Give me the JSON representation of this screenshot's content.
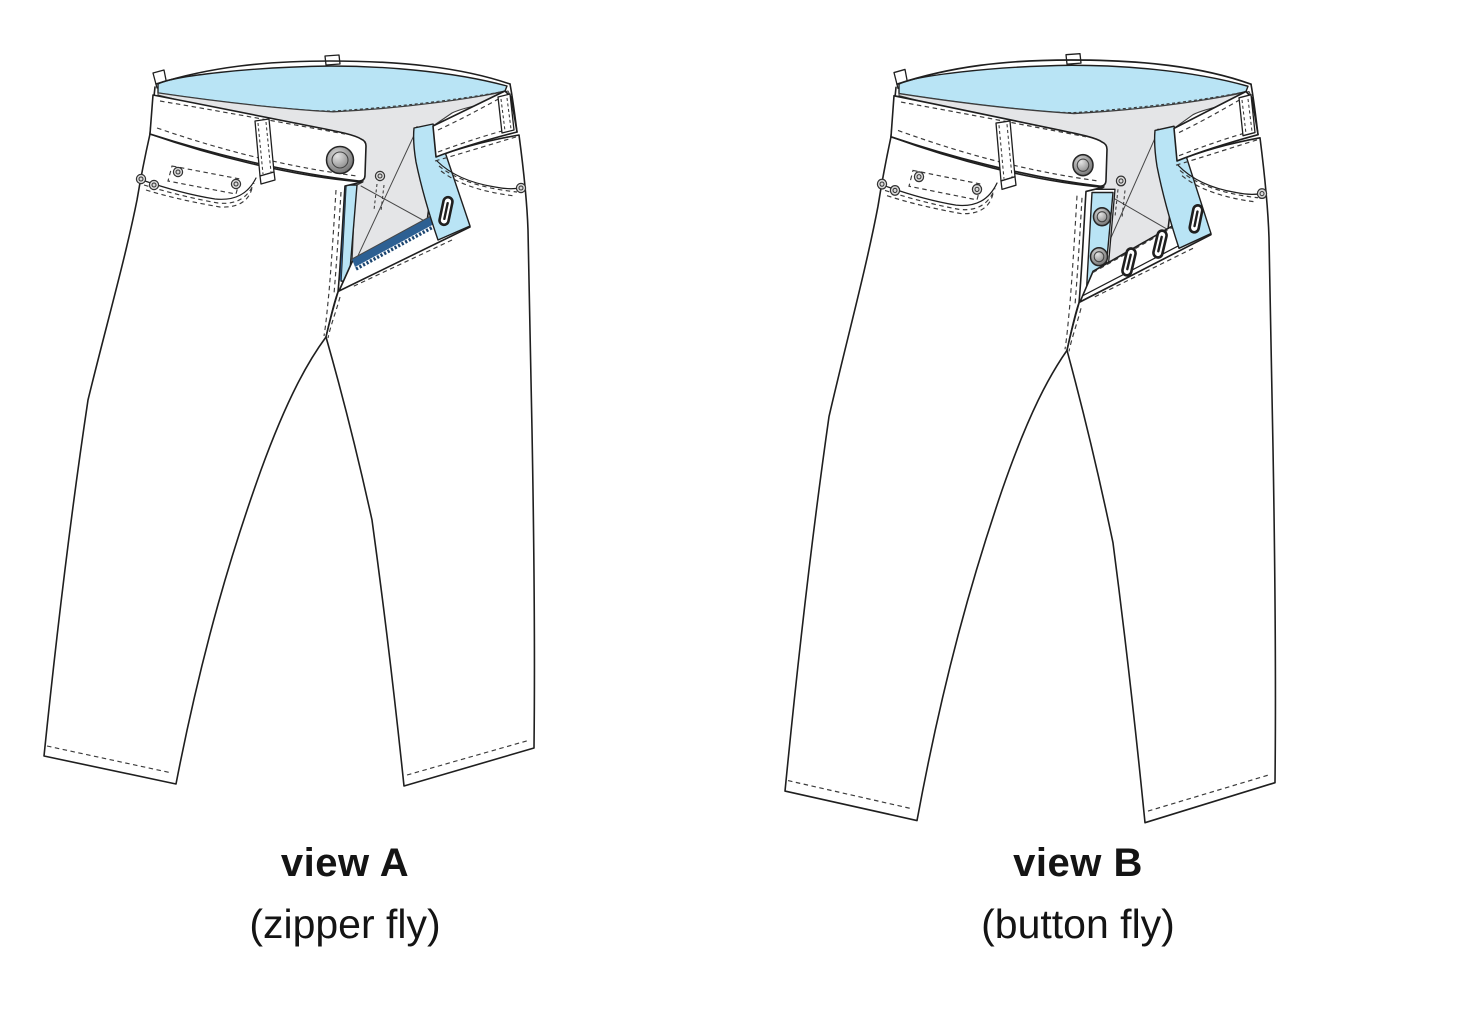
{
  "page": {
    "background": "#ffffff"
  },
  "figures": [
    {
      "id": "view-a",
      "title": "view A",
      "subtitle": "(zipper fly)",
      "fly": "zipper"
    },
    {
      "id": "view-b",
      "title": "view B",
      "subtitle": "(button fly)",
      "fly": "button"
    }
  ],
  "colors": {
    "fabric": "#ffffff",
    "lining": "#b9e4f5",
    "interior": "#e4e5e7",
    "outline": "#1f1f1f",
    "stitch": "#3a3a3a",
    "zipper_tape": "#2d6093",
    "zipper_teeth": "#1b4570",
    "metal_light": "#e4e4e4",
    "metal_mid": "#a5a5a5",
    "metal_dark": "#5e5e5e",
    "text": "#141414"
  }
}
